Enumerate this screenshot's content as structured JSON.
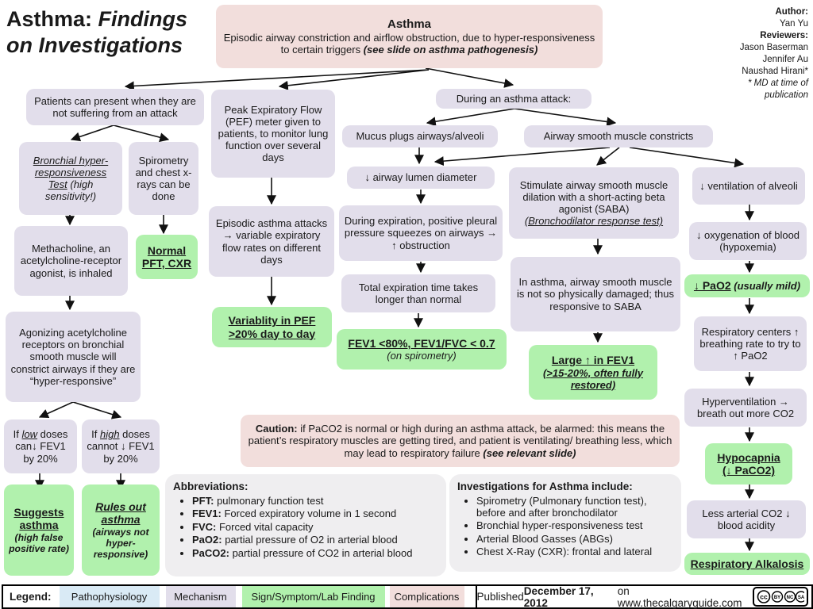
{
  "page_title": "Asthma: Findings on Investigations",
  "colors": {
    "pathophysiology": "#d9eaf5",
    "mechanism": "#e2deeb",
    "sign_symptom_lab_finding": "#b1f1ad",
    "complications": "#f2dedc",
    "note_box": "#efeef0"
  },
  "title": {
    "prefix": "Asthma:",
    "emphasis": "Findings on Investigations"
  },
  "credits": {
    "author_label": "Author:",
    "author": "Yan Yu",
    "reviewers_label": "Reviewers:",
    "reviewers": [
      "Jason Baserman",
      "Jennifer Au",
      "Naushad Hirani*"
    ],
    "footnote": "* MD at time of publication"
  },
  "top_box": {
    "title": "Asthma",
    "body": "Episodic airway constriction and airflow obstruction, due to hyper-responsiveness to certain triggers ",
    "note": "(see slide on asthma pathogenesis)"
  },
  "nodes": {
    "patients_present": "Patients can present when they are not suffering from an attack",
    "pef_meter": "Peak Expiratory Flow (PEF) meter given to patients, to monitor lung function over several days",
    "during_attack": "During an asthma attack:",
    "bht": {
      "main": "Bronchial hyper-responsiveness Test",
      "note": " (high sensitivity!)"
    },
    "spirometry_cxr": "Spirometry and chest x-rays can be done",
    "mucus": "Mucus plugs airways/alveoli",
    "asm_constricts": "Airway smooth muscle constricts",
    "methacholine": "Methacholine, an acetylcholine-receptor agonist, is inhaled",
    "normal_pft": "Normal\nPFT, CXR",
    "episodic_attacks": "Episodic asthma attacks → variable expiratory flow rates on different days",
    "lumen": "↓ airway lumen diameter",
    "expiration_pressure": "During expiration, positive pleural pressure squeezes on airways → ↑ obstruction",
    "total_expiration": "Total expiration time takes longer than normal",
    "fev1_low": {
      "main": "FEV1 <80%, FEV1/FVC < 0.7",
      "note": "(on spirometry)"
    },
    "stimulate_saba": {
      "main": "Stimulate airway smooth muscle dilation with a short-acting beta agonist (SABA) ",
      "link": "(Bronchodilator response test)"
    },
    "in_asthma_responsive": "In asthma, airway smooth muscle is not so physically damaged; thus responsive to SABA",
    "large_fev1": {
      "main": "Large ↑ in FEV1",
      "note": "(>15-20%, often fully restored)"
    },
    "ventilation": "↓ ventilation of alveoli",
    "oxygenation": "↓ oxygenation of blood (hypoxemia)",
    "pao2": {
      "main": "↓ PaO2",
      "note": " (usually mild)"
    },
    "resp_centers": "Respiratory centers ↑ breathing rate to try to ↑ PaO2",
    "hyperventilation": "Hyperventilation → breath out more CO2",
    "hypocapnia": "Hypocapnia\n(↓ PaCO2)",
    "less_co2": "Less arterial CO2 ↓ blood acidity",
    "resp_alkalosis": "Respiratory Alkalosis",
    "agonizing": "Agonizing acetylcholine receptors on bronchial smooth muscle will constrict airways if they are “hyper-responsive”",
    "variability_pef": "Variablity in PEF >20% day to day",
    "if_low": {
      "pre": "If ",
      "em": "low",
      "post": " doses can↓ FEV1 by 20%"
    },
    "if_high": {
      "pre": "If ",
      "em": "high",
      "post": " doses cannot ↓ FEV1 by 20%"
    },
    "suggests": {
      "main": "Suggests asthma",
      "note": "(high false positive rate)"
    },
    "rules_out": {
      "main": "Rules out asthma",
      "note": "(airways not hyper-responsive)"
    },
    "caution": {
      "label": "Caution:",
      "body": " if PaCO2 is normal or high during an asthma attack, be alarmed: this means the patient’s respiratory muscles are getting tired, and patient is ventilating/ breathing less, which may lead to respiratory failure ",
      "note": "(see relevant slide)"
    }
  },
  "abbreviations": {
    "title": "Abbreviations:",
    "items": [
      {
        "term": "PFT:",
        "def": " pulmonary function test"
      },
      {
        "term": "FEV1:",
        "def": " Forced expiratory volume in 1 second"
      },
      {
        "term": "FVC:",
        "def": " Forced vital capacity"
      },
      {
        "term": "PaO2:",
        "def": " partial pressure of O2 in arterial blood"
      },
      {
        "term": "PaCO2:",
        "def": " partial pressure of CO2 in arterial blood"
      }
    ]
  },
  "investigations": {
    "title": "Investigations for Asthma include:",
    "items": [
      "Spirometry (Pulmonary function test), before and after bronchodilator",
      "Bronchial hyper-responsiveness test",
      "Arterial Blood Gasses (ABGs)",
      "Chest X-Ray (CXR): frontal and lateral"
    ]
  },
  "legend": {
    "label": "Legend:",
    "items": [
      {
        "label": "Pathophysiology",
        "color": "#d9eaf5"
      },
      {
        "label": "Mechanism",
        "color": "#e2deeb"
      },
      {
        "label": "Sign/Symptom/Lab Finding",
        "color": "#b1f1ad"
      },
      {
        "label": "Complications",
        "color": "#f2dedc"
      }
    ]
  },
  "footer": {
    "published_prefix": "Published ",
    "published_date": "December 17, 2012",
    "published_suffix": " on www.thecalgaryguide.com",
    "cc_letters": {
      "cc": "cc",
      "by": "BY",
      "nc": "NC",
      "sa": "SA"
    }
  }
}
